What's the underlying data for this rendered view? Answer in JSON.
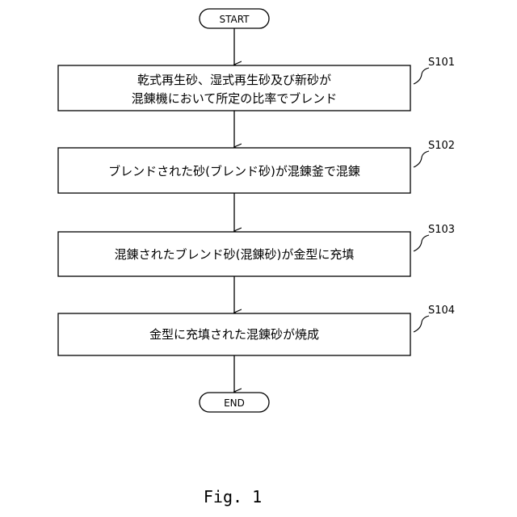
{
  "flowchart": {
    "start": "START",
    "end": "END",
    "steps": [
      {
        "id": "S101",
        "lines": [
          "乾式再生砂、湿式再生砂及び新砂が",
          "混錬機において所定の比率でブレンド"
        ]
      },
      {
        "id": "S102",
        "lines": [
          "ブレンドされた砂(ブレンド砂)が混錬釜で混錬"
        ]
      },
      {
        "id": "S103",
        "lines": [
          "混錬されたブレンド砂(混錬砂)が金型に充填"
        ]
      },
      {
        "id": "S104",
        "lines": [
          "金型に充填された混錬砂が焼成"
        ]
      }
    ]
  },
  "caption": "Fig. 1"
}
